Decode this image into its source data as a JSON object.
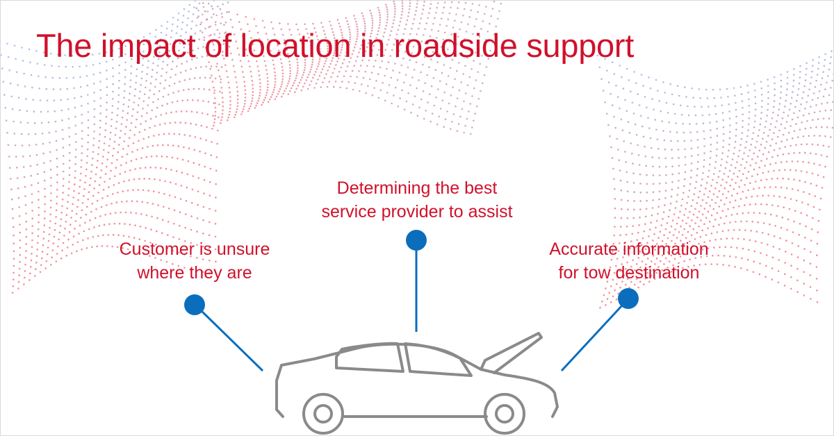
{
  "title": "The impact of location in roadside support",
  "callouts": [
    {
      "line1": "Customer is unsure",
      "line2": "where they are"
    },
    {
      "line1": "Determining the best",
      "line2": "service provider to assist"
    },
    {
      "line1": "Accurate information",
      "line2": "for tow destination"
    }
  ],
  "colors": {
    "title_red": "#d0112b",
    "pin_blue": "#0a6ebd",
    "car_gray": "#8a8a8a",
    "dots_red": "#ef6a76",
    "dots_blue": "#8fb0e6"
  },
  "icons": {
    "car": "car-open-hood-icon",
    "pin": "map-pin-icon"
  }
}
